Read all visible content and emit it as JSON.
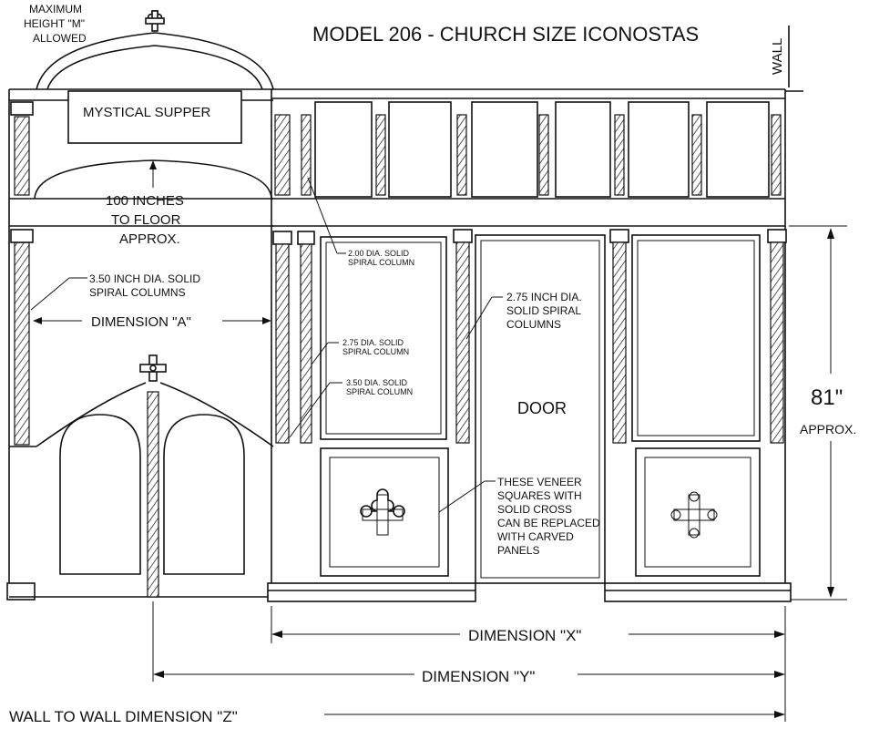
{
  "title": "MODEL 206 - CHURCH SIZE ICONOSTAS",
  "wall_label": "WALL",
  "labels": {
    "max_height": [
      "MAXIMUM",
      "HEIGHT \"M\"",
      "ALLOWED"
    ],
    "mystical_supper": "MYSTICAL SUPPER",
    "floor_height": [
      "100 INCHES",
      "TO FLOOR",
      "APPROX."
    ],
    "columns_350_left": [
      "3.50 INCH DIA. SOLID",
      "SPIRAL COLUMNS"
    ],
    "dimension_a": "DIMENSION \"A\"",
    "columns_200": [
      "2.00 DIA. SOLID",
      "SPIRAL COLUMN"
    ],
    "columns_275_small": [
      "2.75 DIA. SOLID",
      "SPIRAL COLUMN"
    ],
    "columns_350_small": [
      "3.50 DIA. SOLID",
      "SPIRAL COLUMN"
    ],
    "columns_275_right": [
      "2.75 INCH DIA.",
      "SOLID SPIRAL",
      "COLUMNS"
    ],
    "door": "DOOR",
    "veneer_note": [
      "THESE VENEER",
      "SQUARES WITH",
      "SOLID CROSS",
      "CAN BE REPLACED",
      "WITH CARVED",
      "PANELS"
    ],
    "height_81": "81\"",
    "approx": "APPROX.",
    "dimension_x": "DIMENSION \"X\"",
    "dimension_y": "DIMENSION \"Y\"",
    "dimension_z": "WALL TO WALL DIMENSION \"Z\""
  }
}
